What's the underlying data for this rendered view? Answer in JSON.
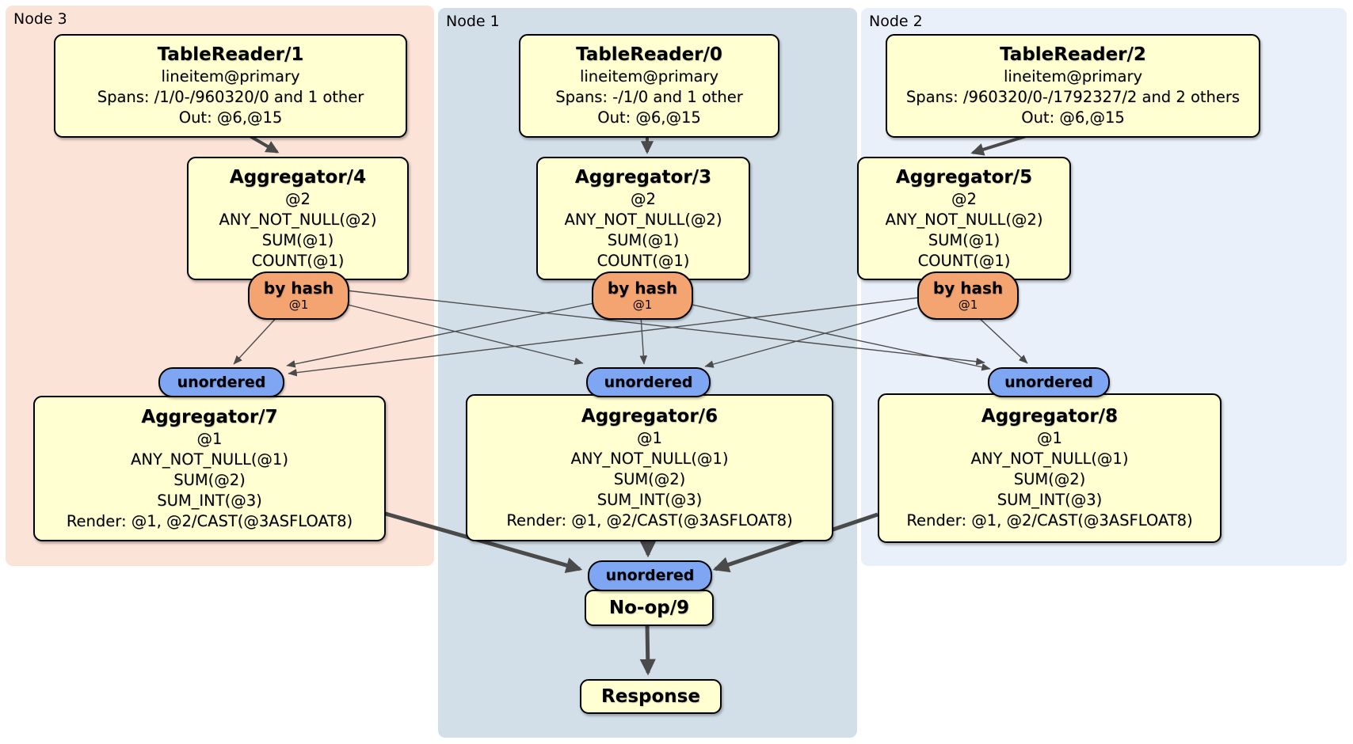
{
  "regions": [
    {
      "label": "Node 3",
      "color": "#fce3d8"
    },
    {
      "label": "Node 1",
      "color": "#d2dfe9"
    },
    {
      "label": "Node 2",
      "color": "#eaf0f9"
    }
  ],
  "nodes": {
    "tablereader1": {
      "title": "TableReader/1",
      "lines": [
        "lineitem@primary",
        "Spans: /1/0-/960320/0 and 1 other",
        "Out: @6,@15"
      ]
    },
    "tablereader0": {
      "title": "TableReader/0",
      "lines": [
        "lineitem@primary",
        "Spans: -/1/0 and 1 other",
        "Out: @6,@15"
      ]
    },
    "tablereader2": {
      "title": "TableReader/2",
      "lines": [
        "lineitem@primary",
        "Spans: /960320/0-/1792327/2 and 2 others",
        "Out: @6,@15"
      ]
    },
    "aggregator4": {
      "title": "Aggregator/4",
      "lines": [
        "@2",
        "ANY_NOT_NULL(@2)",
        "SUM(@1)",
        "COUNT(@1)"
      ]
    },
    "aggregator3": {
      "title": "Aggregator/3",
      "lines": [
        "@2",
        "ANY_NOT_NULL(@2)",
        "SUM(@1)",
        "COUNT(@1)"
      ]
    },
    "aggregator5": {
      "title": "Aggregator/5",
      "lines": [
        "@2",
        "ANY_NOT_NULL(@2)",
        "SUM(@1)",
        "COUNT(@1)"
      ]
    },
    "aggregator7": {
      "title": "Aggregator/7",
      "lines": [
        "@1",
        "ANY_NOT_NULL(@1)",
        "SUM(@2)",
        "SUM_INT(@3)",
        "Render: @1, @2/CAST(@3ASFLOAT8)"
      ]
    },
    "aggregator6": {
      "title": "Aggregator/6",
      "lines": [
        "@1",
        "ANY_NOT_NULL(@1)",
        "SUM(@2)",
        "SUM_INT(@3)",
        "Render: @1, @2/CAST(@3ASFLOAT8)"
      ]
    },
    "aggregator8": {
      "title": "Aggregator/8",
      "lines": [
        "@1",
        "ANY_NOT_NULL(@1)",
        "SUM(@2)",
        "SUM_INT(@3)",
        "Render: @1, @2/CAST(@3ASFLOAT8)"
      ]
    },
    "noop": {
      "title": "No-op/9"
    },
    "response": {
      "title": "Response"
    }
  },
  "connectors": {
    "by_hash": {
      "label": "by hash",
      "sub": "@1"
    },
    "unordered": {
      "label": "unordered"
    }
  },
  "colors": {
    "node_box": "#ffffd2",
    "by_hash_pill": "#f4a470",
    "unordered_pill": "#7ea6f2",
    "edge": "#4a4a4a",
    "box_border": "#000000"
  }
}
